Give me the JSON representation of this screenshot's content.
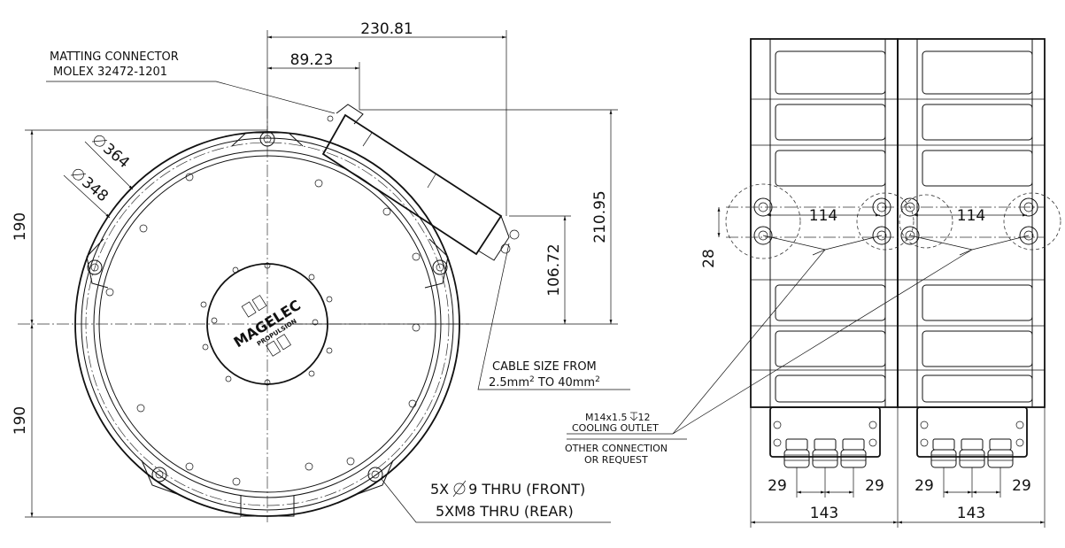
{
  "front_view": {
    "dim_230_81": "230.81",
    "dim_89_23": "89.23",
    "dim_210_95": "210.95",
    "dim_106_72": "106.72",
    "dim_190_top": "190",
    "dim_190_bottom": "190",
    "dia_364": "364",
    "dia_348": "348",
    "connector_line1": "MATTING CONNECTOR",
    "connector_line2": "MOLEX 32472-1201",
    "cable_line1": "CABLE SIZE FROM",
    "cable_line2_prefix": "2.5mm",
    "cable_line2_mid": " TO 40mm",
    "superscript": "2",
    "holes_front_prefix": "5X",
    "holes_front_suffix": "9 THRU (FRONT)",
    "holes_rear": "5XM8 THRU (REAR)",
    "logo_main": "MAGELEC",
    "logo_sub": "PROPULSION"
  },
  "side_view": {
    "dim_114_left": "114",
    "dim_114_right": "114",
    "dim_28": "28",
    "cooling_line1": "M14x1.5",
    "cooling_depth": "12",
    "cooling_line2": "COOLING OUTLET",
    "other_line1": "OTHER CONNECTION",
    "other_line2": "OR REQUEST",
    "dim_29_a": "29",
    "dim_29_b": "29",
    "dim_29_c": "29",
    "dim_29_d": "29",
    "dim_143_left": "143",
    "dim_143_right": "143"
  }
}
